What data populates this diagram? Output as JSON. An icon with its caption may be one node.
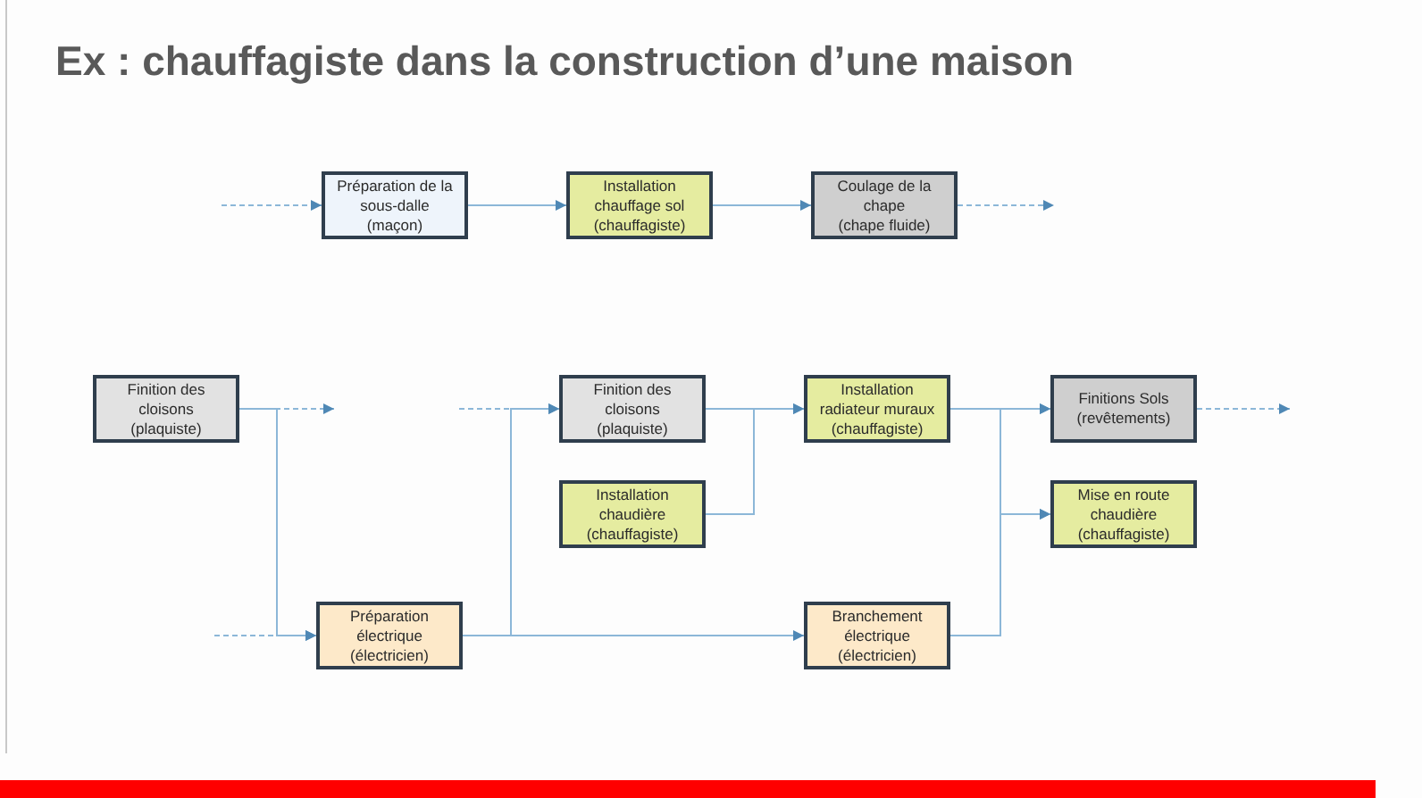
{
  "diagram": {
    "title": "Ex : chauffagiste dans la construction d’une maison",
    "nodes": [
      {
        "text": [
          "Préparation de la sous-dalle",
          "(maçon)"
        ]
      },
      {
        "text": [
          "Installation chauffage sol",
          "(chauffagiste)"
        ]
      },
      {
        "text": [
          "Coulage de la chape",
          "(chape fluide)"
        ]
      },
      {
        "text": [
          "Finition des cloisons",
          "(plaquiste)"
        ]
      },
      {
        "text": [
          "Finition des cloisons",
          "(plaquiste)"
        ]
      },
      {
        "text": [
          "Installation radiateur muraux",
          "(chauffagiste)"
        ]
      },
      {
        "text": [
          "Finitions Sols",
          "(revêtements)"
        ]
      },
      {
        "text": [
          "Installation chaudière",
          "(chauffagiste)"
        ]
      },
      {
        "text": [
          "Mise en route chaudière",
          "(chauffagiste)"
        ]
      },
      {
        "text": [
          "Préparation électrique",
          "(électricien)"
        ]
      },
      {
        "text": [
          "Branchement électrique",
          "(électricien)"
        ]
      }
    ],
    "edges": [
      {
        "from": null,
        "to": 0,
        "arrow": "to",
        "style": "dashed"
      },
      {
        "from": 0,
        "to": 1,
        "arrow": "to"
      },
      {
        "from": 1,
        "to": 2,
        "arrow": "to"
      },
      {
        "from": 2,
        "to": null,
        "arrow": "to",
        "style": "dashed"
      },
      {
        "from": 3,
        "to": null,
        "arrow": "to",
        "style": "dashed"
      },
      {
        "from": 3,
        "to": 9,
        "arrow": "to"
      },
      {
        "from": null,
        "to": 9,
        "arrow": "to",
        "style": "dashed"
      },
      {
        "from": null,
        "to": 4,
        "arrow": "to",
        "style": "dashed"
      },
      {
        "from": 9,
        "to": 4,
        "arrow": "to"
      },
      {
        "from": 9,
        "to": 10,
        "arrow": "to"
      },
      {
        "from": 4,
        "to": 5,
        "arrow": "to"
      },
      {
        "from": 7,
        "to": 5,
        "arrow": "to"
      },
      {
        "from": 5,
        "to": 6,
        "arrow": "to"
      },
      {
        "from": 5,
        "to": 8,
        "arrow": "to"
      },
      {
        "from": 10,
        "to": 6,
        "arrow": "to"
      },
      {
        "from": 10,
        "to": 8,
        "arrow": "to"
      },
      {
        "from": 6,
        "to": null,
        "arrow": "to",
        "style": "dashed"
      }
    ]
  }
}
